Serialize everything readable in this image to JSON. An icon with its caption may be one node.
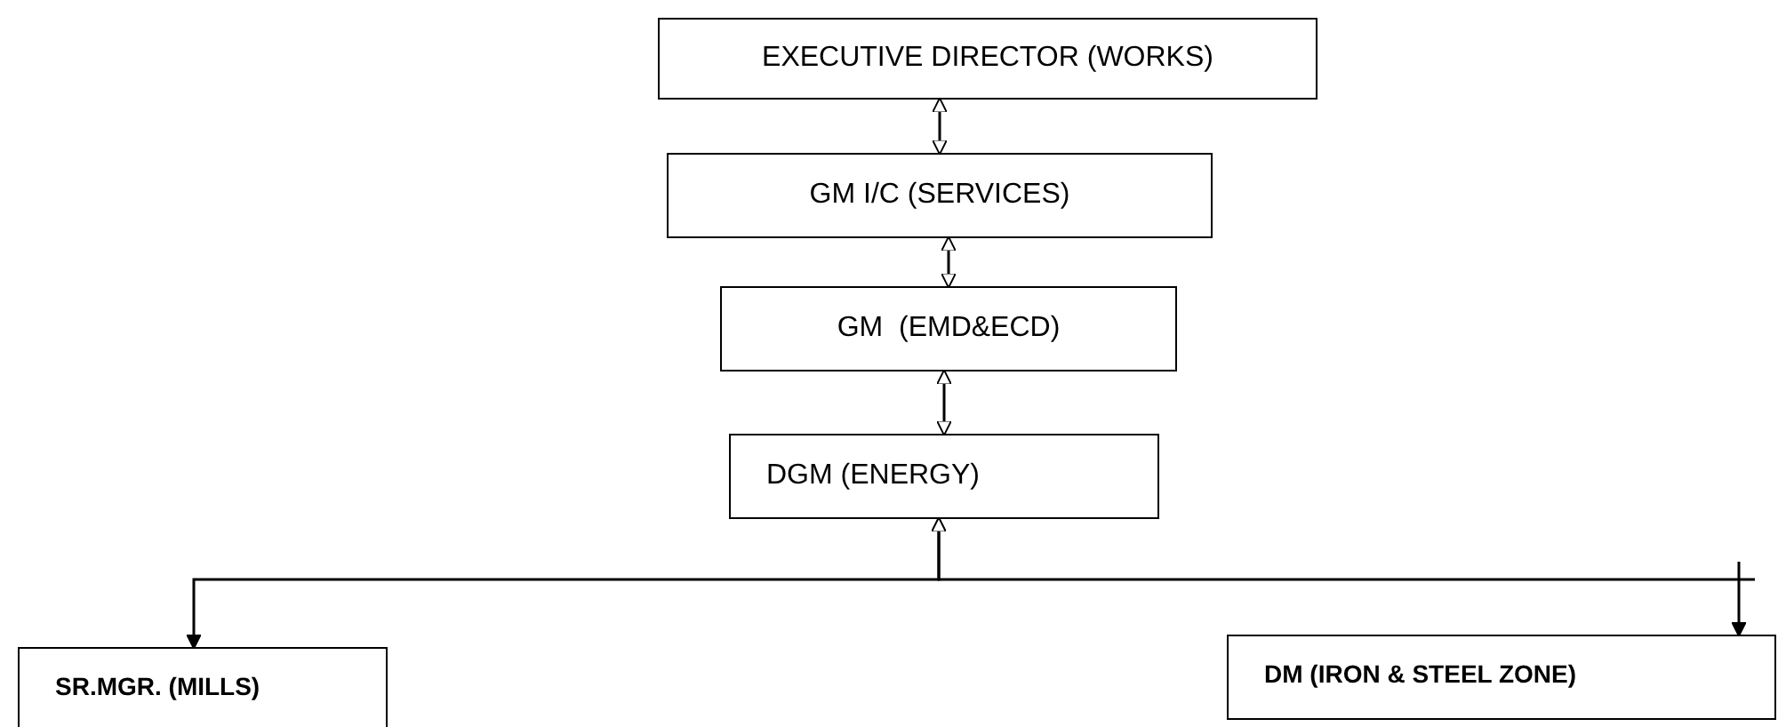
{
  "diagram": {
    "nodes": [
      {
        "text": [
          "EXECUTIVE DIRECTOR (WORKS)"
        ]
      },
      {
        "text": [
          "GM I/C (SERVICES)"
        ]
      },
      {
        "text": [
          "GM  (EMD&ECD)"
        ]
      },
      {
        "text": [
          "DGM (ENERGY)"
        ]
      },
      {
        "text": [
          "SR.MGR. (MILLS)"
        ]
      },
      {
        "text": [
          "DM (IRON & STEEL ZONE)"
        ]
      }
    ],
    "edges": [
      {
        "from": 0,
        "to": 1,
        "arrow": "both"
      },
      {
        "from": 1,
        "to": 2,
        "arrow": "both"
      },
      {
        "from": 2,
        "to": 3,
        "arrow": "both"
      },
      {
        "from": 3,
        "to": 4,
        "arrow": "both"
      },
      {
        "from": 3,
        "to": 5,
        "arrow": "both"
      }
    ]
  }
}
